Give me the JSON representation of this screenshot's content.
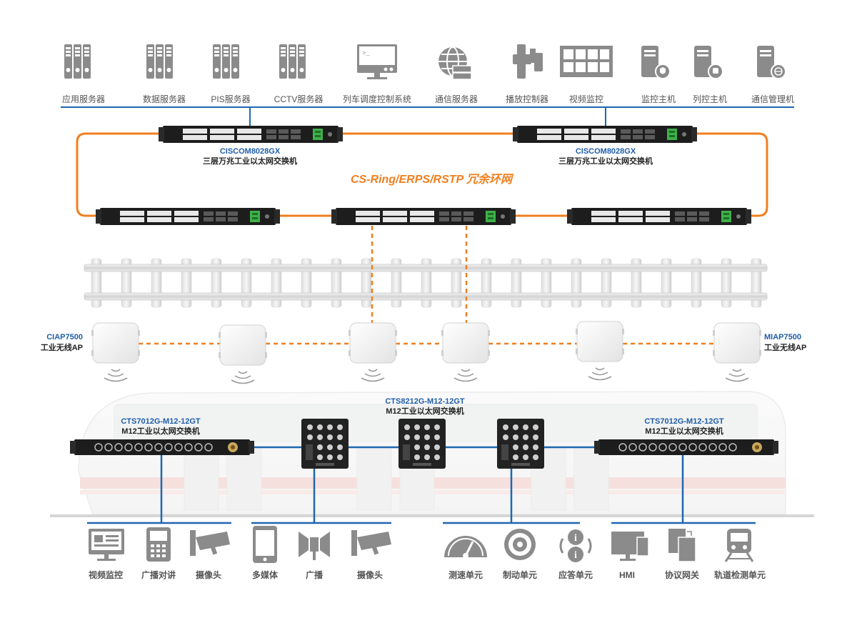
{
  "colors": {
    "orange": "#f07f1e",
    "blue": "#1e67b0",
    "icon_gray": "#8b8b8b",
    "label_gray": "#555555",
    "model_blue": "#1f5ea8",
    "switch_body": "#1d1d1d"
  },
  "servers": [
    {
      "label": "应用服务器",
      "icon": "server-rack-icon"
    },
    {
      "label": "数据服务器",
      "icon": "server-rack-icon"
    },
    {
      "label": "PIS服务器",
      "icon": "server-rack-icon"
    },
    {
      "label": "CCTV服务器",
      "icon": "server-rack-icon"
    },
    {
      "label": "列车调度控制系统",
      "icon": "terminal-monitor-icon"
    },
    {
      "label": "通信服务器",
      "icon": "globe-server-icon"
    },
    {
      "label": "播放控制器",
      "icon": "player-controller-icon"
    },
    {
      "label": "视频监控",
      "icon": "video-wall-icon"
    },
    {
      "label": "监控主机",
      "icon": "host-shield-icon"
    },
    {
      "label": "列控主机",
      "icon": "host-train-icon"
    },
    {
      "label": "通信管理机",
      "icon": "host-network-icon"
    }
  ],
  "core_switches": [
    {
      "model": "CISCOM8028GX",
      "desc": "三层万兆工业以太网交换机"
    },
    {
      "model": "CISCOM8028GX",
      "desc": "三层万兆工业以太网交换机"
    }
  ],
  "ring_label": "CS-Ring/ERPS/RSTP 冗余环网",
  "access_points": {
    "left": {
      "model": "CIAP7500",
      "desc": "工业无线AP"
    },
    "right": {
      "model": "MIAP7500",
      "desc": "工业无线AP"
    }
  },
  "train_switches": {
    "left": {
      "model": "CTS7012G-M12-12GT",
      "desc": "M12工业以太网交换机"
    },
    "center": {
      "model": "CTS8212G-M12-12GT",
      "desc": "M12工业以太网交换机"
    },
    "right": {
      "model": "CTS7012G-M12-12GT",
      "desc": "M12工业以太网交换机"
    }
  },
  "devices": [
    {
      "label": "视频监控",
      "icon": "monitor-icon"
    },
    {
      "label": "广播对讲",
      "icon": "intercom-icon"
    },
    {
      "label": "摄像头",
      "icon": "camera-icon"
    },
    {
      "label": "多媒体",
      "icon": "tablet-icon"
    },
    {
      "label": "广播",
      "icon": "speaker-icon"
    },
    {
      "label": "摄像头",
      "icon": "camera-icon"
    },
    {
      "label": "测速单元",
      "icon": "speedometer-icon"
    },
    {
      "label": "制动单元",
      "icon": "brake-wheel-icon"
    },
    {
      "label": "应答单元",
      "icon": "info-exchange-icon"
    },
    {
      "label": "HMI",
      "icon": "hmi-icon"
    },
    {
      "label": "协议网关",
      "icon": "gateway-icon"
    },
    {
      "label": "轨道检测单元",
      "icon": "train-icon"
    }
  ]
}
